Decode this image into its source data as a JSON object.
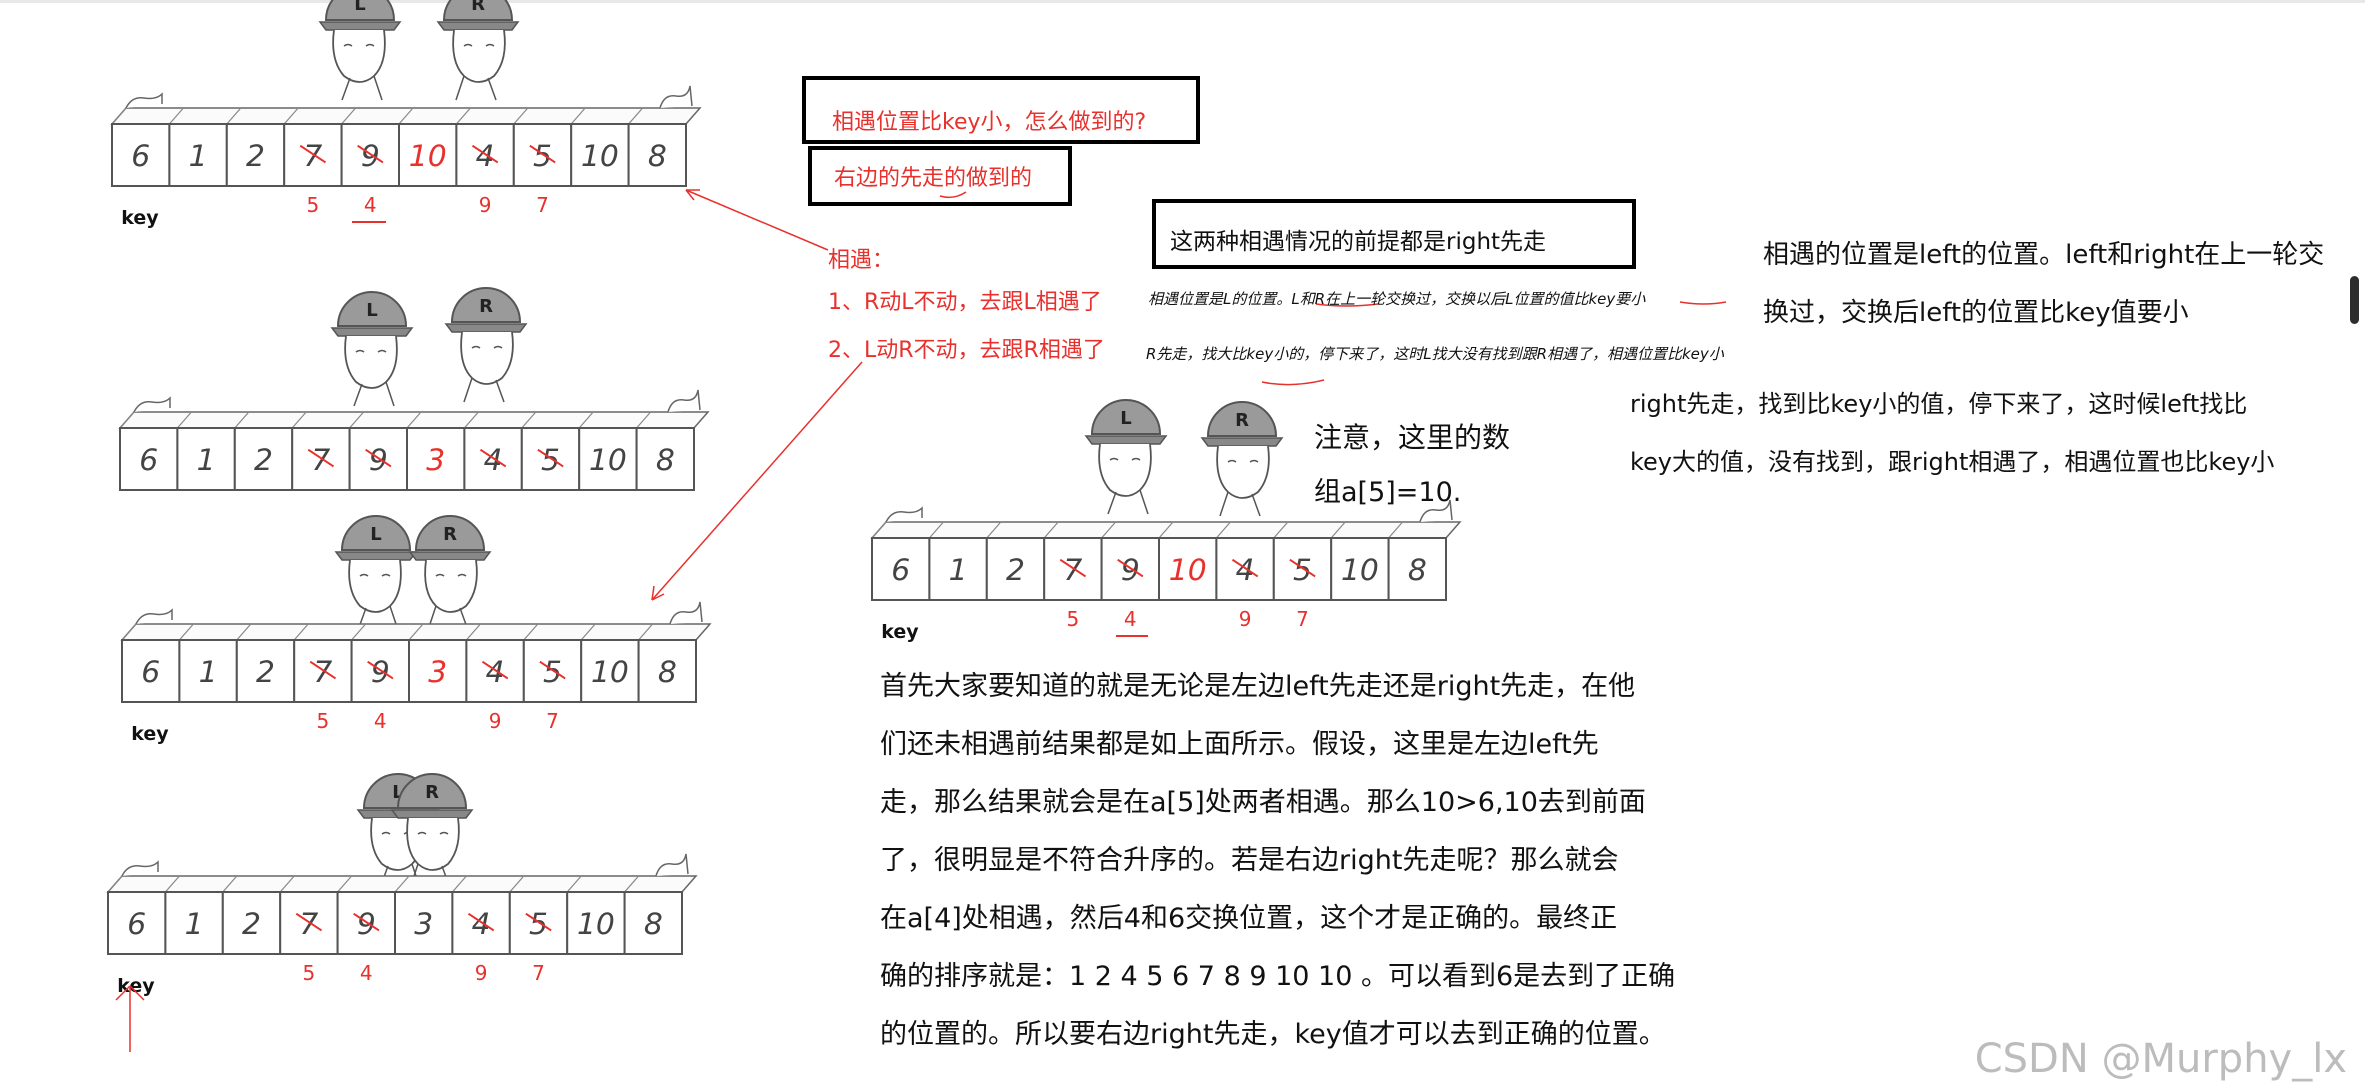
{
  "cards": [
    "6",
    "1",
    "2",
    "7",
    "9",
    "10",
    "4",
    "5",
    "10",
    "8"
  ],
  "cards_swapped": [
    "6",
    "1",
    "2",
    "7",
    "9",
    "3",
    "4",
    "5",
    "10",
    "8"
  ],
  "subs": [
    "5",
    "4",
    "9",
    "7"
  ],
  "key_label": "key",
  "helmet_l": "L",
  "helmet_r": "R",
  "boxes": {
    "q1": "相遇位置比key小，怎么做到的?",
    "q2": "右边的先走的做到的",
    "premise": "这两种相遇情况的前提都是right先走"
  },
  "meet": {
    "title": "相遇：",
    "case1": "1、R动L不动，去跟L相遇了",
    "case2": "2、L动R不动，去跟R相遇了"
  },
  "handwritten": {
    "h1": "相遇位置是L的位置。L和R在上一轮交换过，交换以后L位置的值比key要小",
    "h2": "R先走，找大比key小的，停下来了，这时L找大没有找到跟R相遇了，相遇位置比key小"
  },
  "right_notes": {
    "n1a": "相遇的位置是left的位置。left和right在上一轮交",
    "n1b": "换过，交换后left的位置比key值要小",
    "n2a": "right先走，找到比key小的值，停下来了，这时候left找比",
    "n2b": "key大的值，没有找到，跟right相遇了，相遇位置也比key小"
  },
  "notice": {
    "a": "注意，这里的数",
    "b": "组a[5]=10."
  },
  "paragraph": [
    "首先大家要知道的就是无论是左边left先走还是right先走，在他",
    "们还未相遇前结果都是如上面所示。假设，这里是左边left先",
    "走，那么结果就会是在a[5]处两者相遇。那么10>6,10去到前面",
    "了，很明显是不符合升序的。若是右边right先走呢？那么就会",
    "在a[4]处相遇，然后4和6交换位置，这个才是正确的。最终正",
    "确的排序就是：1 2 4 5 6 7 8 9 10 10 。可以看到6是去到了正确",
    "的位置的。所以要右边right先走，key值才可以去到正确的位置。"
  ],
  "watermark": "CSDN @Murphy_lx",
  "colors": {
    "annotation_red": "#e8302c",
    "text": "#111111",
    "cartoon_gray": "#9a9a9a"
  }
}
